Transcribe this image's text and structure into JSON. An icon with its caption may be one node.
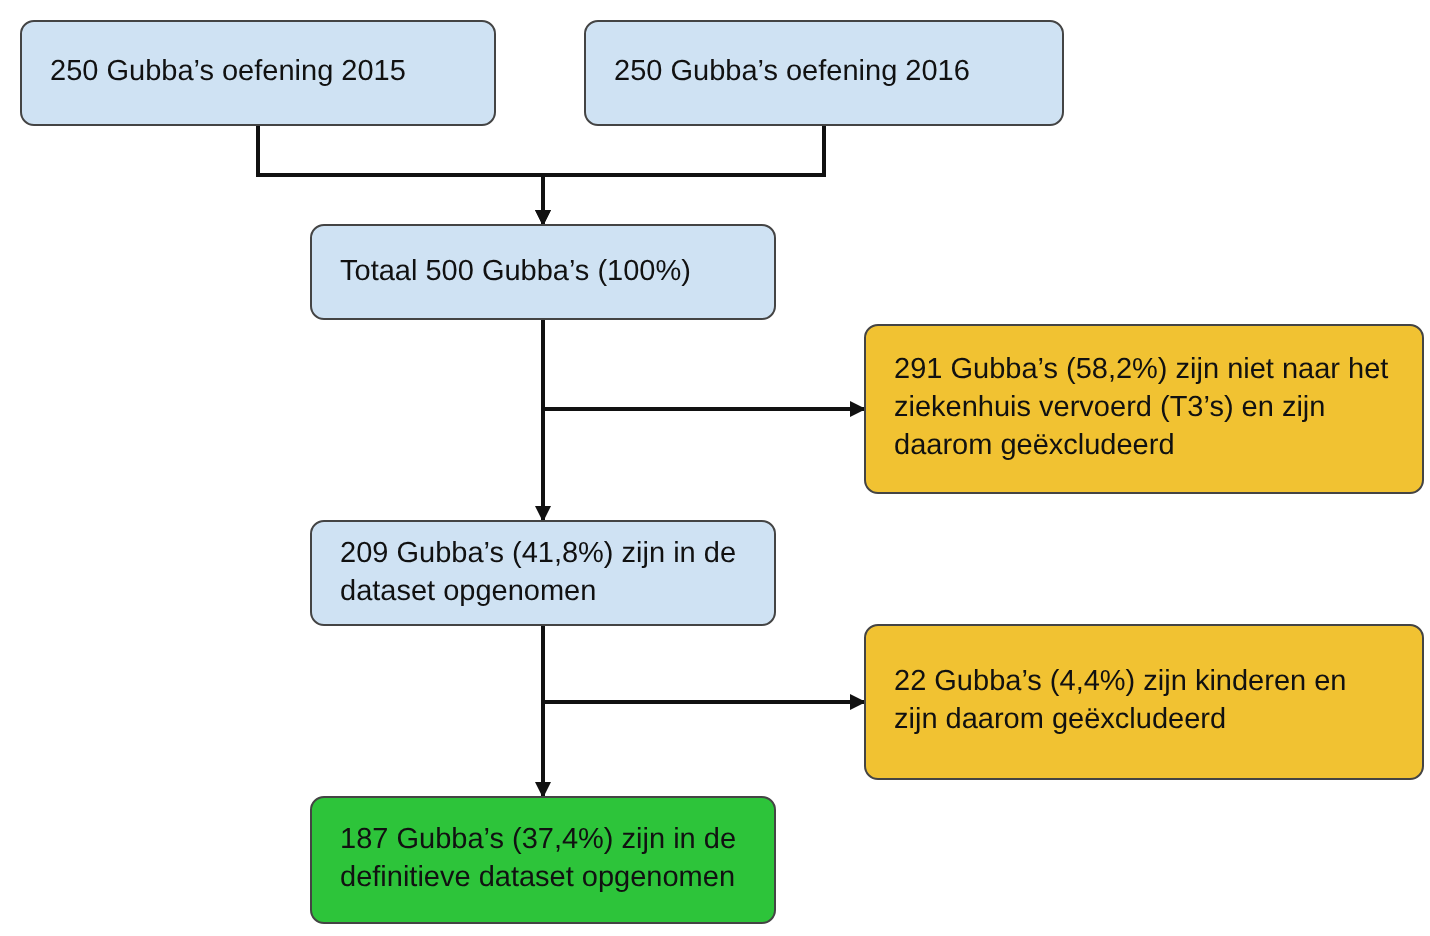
{
  "diagram": {
    "nodes": [
      {
        "text": [
          "250 Gubba’s oefening 2015"
        ]
      },
      {
        "text": [
          "250 Gubba’s oefening 2016"
        ]
      },
      {
        "text": [
          "Totaal 500 Gubba’s (100%)"
        ]
      },
      {
        "text": [
          "291 Gubba’s (58,2%) zijn niet naar het ziekenhuis vervoerd (T3’s) en zijn daarom geëxcludeerd"
        ]
      },
      {
        "text": [
          "209 Gubba’s (41,8%) zijn in de dataset opgenomen"
        ]
      },
      {
        "text": [
          "22 Gubba’s (4,4%) zijn kinderen en zijn daarom geëxcludeerd"
        ]
      },
      {
        "text": [
          "187 Gubba’s (37,4%) zijn in de definitieve dataset opgenomen"
        ]
      }
    ],
    "edges": [
      {
        "from": 0,
        "to": 2,
        "arrow": "to"
      },
      {
        "from": 1,
        "to": 2,
        "arrow": "to"
      },
      {
        "from": 2,
        "to": 3,
        "arrow": "to"
      },
      {
        "from": 2,
        "to": 4,
        "arrow": "to"
      },
      {
        "from": 4,
        "to": 5,
        "arrow": "to"
      },
      {
        "from": 4,
        "to": 6,
        "arrow": "to"
      }
    ]
  }
}
